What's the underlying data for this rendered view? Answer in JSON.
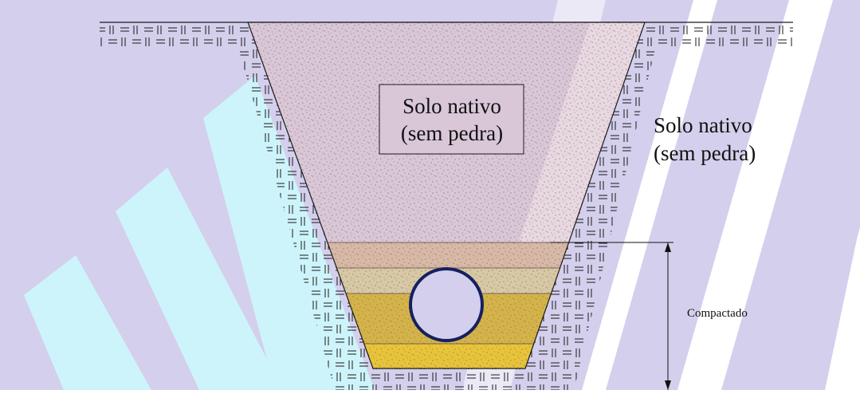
{
  "trench_label": {
    "line1": "Solo nativo",
    "line2": "(sem pedra)"
  },
  "side_label": {
    "line1": "Solo nativo",
    "line2": "(sem pedra)"
  },
  "dimension_label": "Compactado",
  "colors": {
    "background": "#d4cfec",
    "watermark_cyan": "#cdf4fb",
    "watermark_white": "#ffffff",
    "trench_fill": "#d9c7d8",
    "speckle": "#7a5a45",
    "layer_top": "#d8b8a6",
    "layer_mid": "#d8c9a6",
    "layer_lower": "#d4b44a",
    "layer_bottom": "#e8c43a",
    "pipe_stroke": "#152060",
    "pipe_fill": "#d4cfec",
    "hatch": "#1a1a1a"
  }
}
